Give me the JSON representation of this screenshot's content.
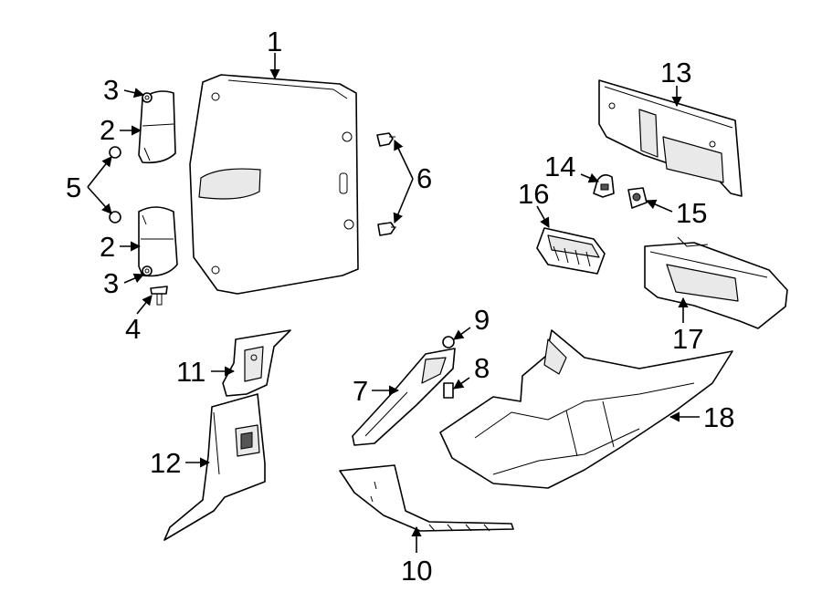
{
  "callouts": {
    "c1": "1",
    "c2a": "2",
    "c2b": "2",
    "c3a": "3",
    "c3b": "3",
    "c4": "4",
    "c5": "5",
    "c6": "6",
    "c7": "7",
    "c8": "8",
    "c9": "9",
    "c10": "10",
    "c11": "11",
    "c12": "12",
    "c13": "13",
    "c14": "14",
    "c15": "15",
    "c16": "16",
    "c17": "17",
    "c18": "18"
  }
}
